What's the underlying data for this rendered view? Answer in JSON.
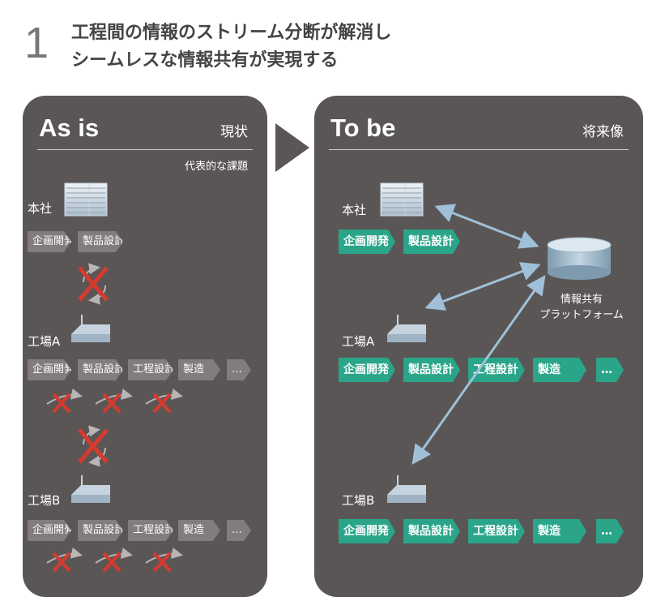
{
  "header": {
    "number": "1",
    "line1": "工程間の情報のストリーム分断が解消し",
    "line2": "シームレスな情報共有が実現する"
  },
  "as_is": {
    "title": "As is",
    "subtitle": "現状",
    "caption": "代表的な課題",
    "hq": {
      "label": "本社",
      "steps": [
        "企画開発",
        "製品設計"
      ]
    },
    "factory_a": {
      "label": "工場A",
      "steps": [
        "企画開発",
        "製品設計",
        "工程設計",
        "製造",
        "…"
      ]
    },
    "factory_b": {
      "label": "工場B",
      "steps": [
        "企画開発",
        "製品設計",
        "工程設計",
        "製造",
        "…"
      ]
    }
  },
  "to_be": {
    "title": "To be",
    "subtitle": "将来像",
    "platform_line1": "情報共有",
    "platform_line2": "プラットフォーム",
    "hq": {
      "label": "本社",
      "steps": [
        "企画開発",
        "製品設計"
      ]
    },
    "factory_a": {
      "label": "工場A",
      "steps": [
        "企画開発",
        "製品設計",
        "工程設計",
        "製造",
        "…"
      ]
    },
    "factory_b": {
      "label": "工場B",
      "steps": [
        "企画開発",
        "製品設計",
        "工程設計",
        "製造",
        "…"
      ]
    }
  },
  "colors": {
    "panel": "#5b5656",
    "step_gray": "#827c7c",
    "step_green": "#2aa58a",
    "cross_red": "#d63a2e",
    "arrow_blue": "#9fc0d8"
  }
}
